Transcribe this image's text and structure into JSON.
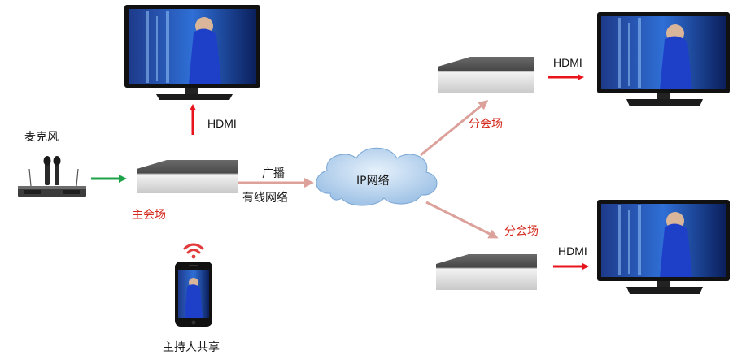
{
  "labels": {
    "microphone": "麦克风",
    "main_venue": "主会场",
    "broadcast": "广播",
    "wired_network": "有线网络",
    "ip_network": "IP网络",
    "branch_venue_1": "分会场",
    "branch_venue_2": "分会场",
    "hdmi_top": "HDMI",
    "hdmi_right_top": "HDMI",
    "hdmi_right_bottom": "HDMI",
    "host_share": "主持人共享"
  },
  "colors": {
    "hdmi_arrow": "#e8141b",
    "mic_arrow": "#1fa34a",
    "network_arrow": "#dca19a",
    "branch_text": "#d42a1e",
    "cloud_fill": "#b7d3ef",
    "wifi": "#e23b3b"
  }
}
